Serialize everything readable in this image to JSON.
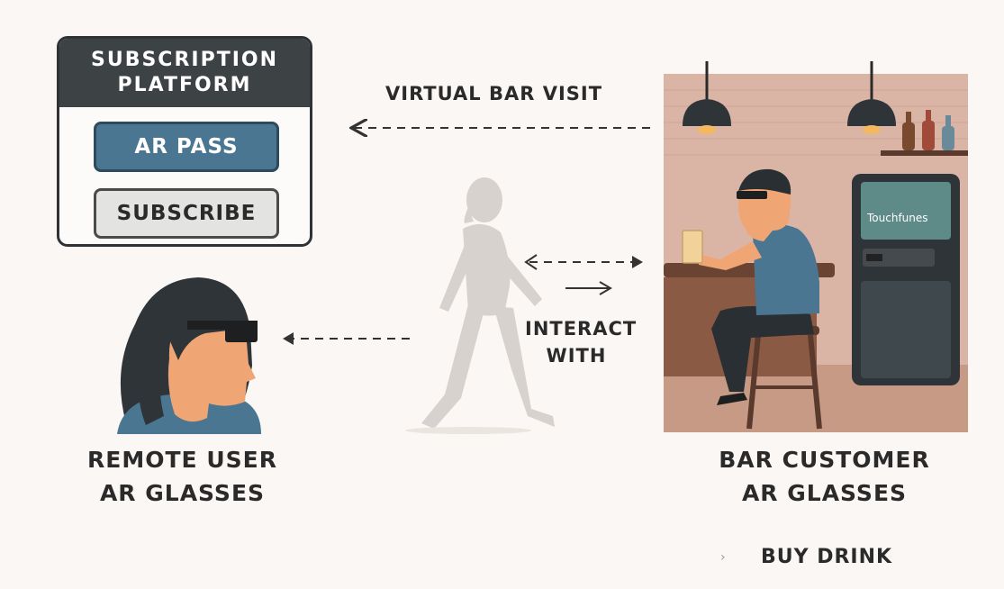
{
  "platform": {
    "title": "SUBSCRIPTION\nPLATFORM",
    "ar_pass_label": "AR PASS",
    "subscribe_label": "SUBSCRIBE"
  },
  "labels": {
    "virtual_bar_visit": "VIRTUAL BAR VISIT",
    "interact_with": "INTERACT\nWITH",
    "remote_user": "REMOTE USER\nAR GLASSES",
    "bar_customer": "BAR CUSTOMER\nAR GLASSES",
    "buy_drink": "BUY DRINK",
    "buy_drink_marker": "›",
    "jukebox_brand": "Touchfunes"
  },
  "colors": {
    "accent_blue": "#4a7692",
    "dark": "#3d4245",
    "bar_wall": "#d9b3a5",
    "skin": "#f0a574"
  }
}
